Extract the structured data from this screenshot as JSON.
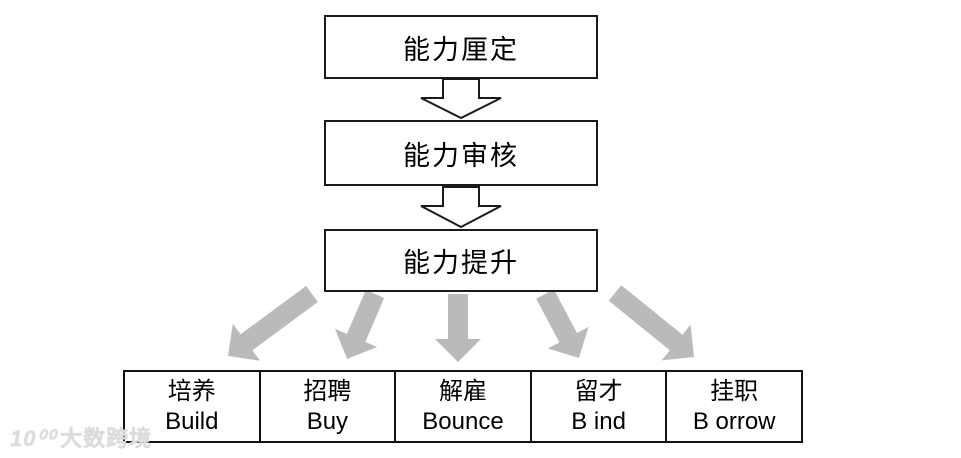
{
  "diagram": {
    "flow_boxes": [
      {
        "label": "能力厘定"
      },
      {
        "label": "能力审核"
      },
      {
        "label": "能力提升"
      }
    ],
    "strategy_cells": [
      {
        "zh": "培养",
        "en": "Build"
      },
      {
        "zh": "招聘",
        "en": "Buy"
      },
      {
        "zh": "解雇",
        "en": "Bounce"
      },
      {
        "zh": "留才",
        "en": "B ind"
      },
      {
        "zh": "挂职",
        "en": "B orrow"
      }
    ]
  },
  "watermark": {
    "logo": "10⁰⁰",
    "name": "大数跨境"
  },
  "colors": {
    "background": "#ffffff",
    "box_border": "#1a1a1a",
    "box_text": "#000000",
    "fan_arrow_gray": "#b8babc",
    "block_arrow_fill": "#ffffff",
    "block_arrow_outline": "#1a1a1a",
    "watermark_gray": "#dcdcdc"
  }
}
